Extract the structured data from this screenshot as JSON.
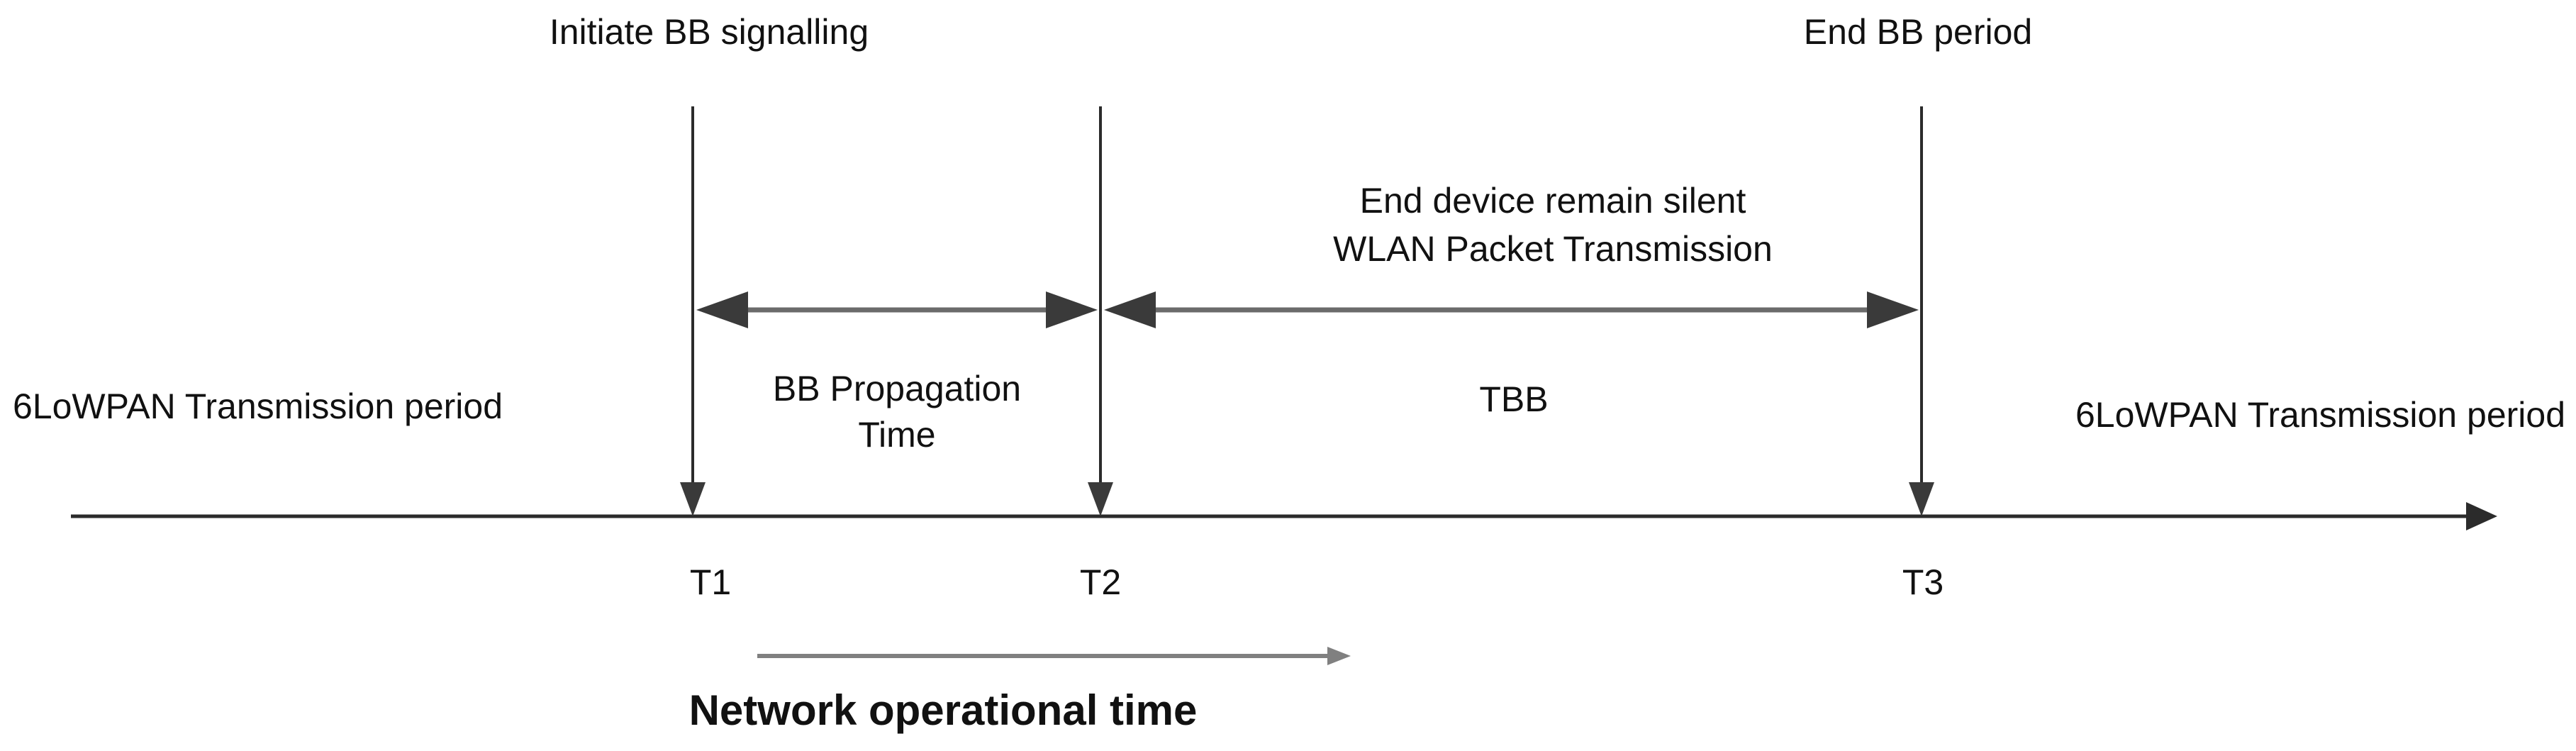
{
  "labels": {
    "initiate": "Initiate BB signalling",
    "end_period": "End BB period",
    "silent_line1": "End device remain silent",
    "silent_line2": "WLAN  Packet Transmission",
    "left_period": "6LoWPAN Transmission period",
    "right_period": "6LoWPAN Transmission period",
    "propagation_line1": "BB Propagation",
    "propagation_line2": "Time",
    "tbb": "TBB",
    "t1": "T1",
    "t2": "T2",
    "t3": "T3",
    "network_time": "Network operational time"
  },
  "colors": {
    "axis": "#2b2b2b",
    "double_arrow": "#6b6b6b",
    "arrowhead_dark": "#3a3a3a",
    "network_arrow": "#808080",
    "text": "#111111"
  }
}
